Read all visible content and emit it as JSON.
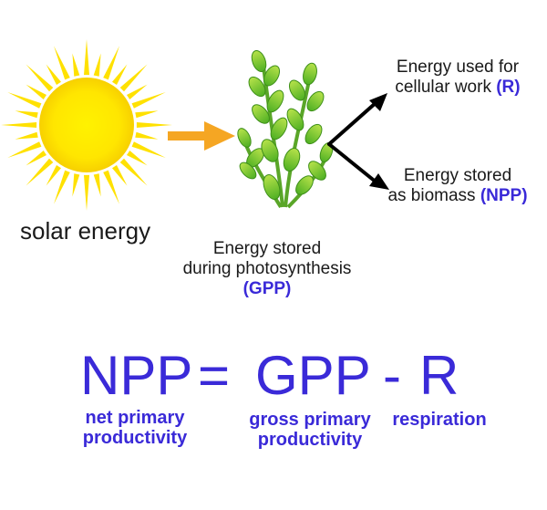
{
  "diagram": {
    "sun": {
      "icon": "sun-icon",
      "label": "solar energy",
      "color": "#ffe400"
    },
    "arrow_color": "#f5a623",
    "plant": {
      "icon": "plant-icon",
      "label_line1": "Energy stored",
      "label_line2": "during photosynthesis",
      "label_abbr": "(GPP)"
    },
    "branch_upper": {
      "line1": "Energy used for",
      "line2_text": "cellular work",
      "line2_abbr": "(R)"
    },
    "branch_lower": {
      "line1": "Energy stored",
      "line2_text": "as biomass",
      "line2_abbr": "(NPP)"
    }
  },
  "equation": {
    "npp": "NPP",
    "equals": "=",
    "gpp": "GPP",
    "minus": "-",
    "r": "R",
    "npp_label_line1": "net primary",
    "npp_label_line2": "productivity",
    "gpp_label_line1": "gross primary",
    "gpp_label_line2": "productivity",
    "r_label": "respiration",
    "color": "#3a2ad8"
  }
}
